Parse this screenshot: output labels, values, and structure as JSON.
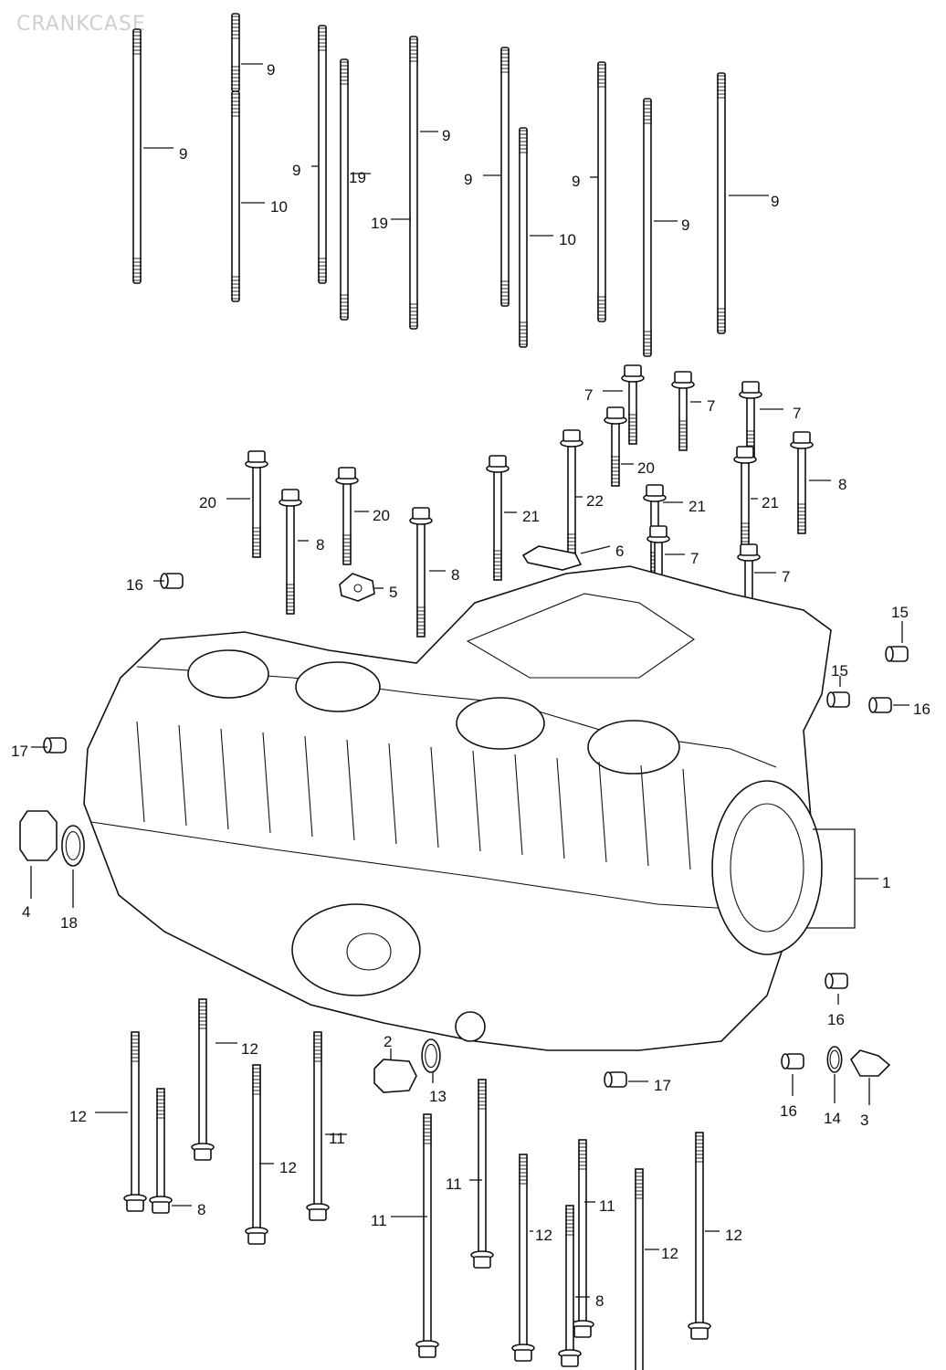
{
  "title": "CRANKCASE",
  "colors": {
    "ink": "#111111",
    "paper": "#ffffff",
    "watermark": "#cfcfcf"
  },
  "callouts": [
    {
      "id": "c9a",
      "text": "9"
    },
    {
      "id": "c9b",
      "text": "9"
    },
    {
      "id": "c10a",
      "text": "10"
    },
    {
      "id": "c9c",
      "text": "9"
    },
    {
      "id": "c19a",
      "text": "19"
    },
    {
      "id": "c9d",
      "text": "9"
    },
    {
      "id": "c19b",
      "text": "19"
    },
    {
      "id": "c9e",
      "text": "9"
    },
    {
      "id": "c10b",
      "text": "10"
    },
    {
      "id": "c9f",
      "text": "9"
    },
    {
      "id": "c9g",
      "text": "9"
    },
    {
      "id": "c9h",
      "text": "9"
    },
    {
      "id": "c7a",
      "text": "7"
    },
    {
      "id": "c7b",
      "text": "7"
    },
    {
      "id": "c7c",
      "text": "7"
    },
    {
      "id": "c20a",
      "text": "20"
    },
    {
      "id": "c8a",
      "text": "8"
    },
    {
      "id": "c20b",
      "text": "20"
    },
    {
      "id": "c20c",
      "text": "20"
    },
    {
      "id": "c21a",
      "text": "21"
    },
    {
      "id": "c22",
      "text": "22"
    },
    {
      "id": "c21b",
      "text": "21"
    },
    {
      "id": "c21c",
      "text": "21"
    },
    {
      "id": "c8b",
      "text": "8"
    },
    {
      "id": "c8c",
      "text": "8"
    },
    {
      "id": "c6",
      "text": "6"
    },
    {
      "id": "c7d",
      "text": "7"
    },
    {
      "id": "c7e",
      "text": "7"
    },
    {
      "id": "c5",
      "text": "5"
    },
    {
      "id": "c16a",
      "text": "16"
    },
    {
      "id": "c15a",
      "text": "15"
    },
    {
      "id": "c15b",
      "text": "15"
    },
    {
      "id": "c16b",
      "text": "16"
    },
    {
      "id": "c17a",
      "text": "17"
    },
    {
      "id": "c1",
      "text": "1"
    },
    {
      "id": "c4",
      "text": "4"
    },
    {
      "id": "c18",
      "text": "18"
    },
    {
      "id": "c16c",
      "text": "16"
    },
    {
      "id": "c2",
      "text": "2"
    },
    {
      "id": "c13",
      "text": "13"
    },
    {
      "id": "c17b",
      "text": "17"
    },
    {
      "id": "c16d",
      "text": "16"
    },
    {
      "id": "c14",
      "text": "14"
    },
    {
      "id": "c3",
      "text": "3"
    },
    {
      "id": "c12a",
      "text": "12"
    },
    {
      "id": "c12b",
      "text": "12"
    },
    {
      "id": "c12c",
      "text": "12"
    },
    {
      "id": "c11a",
      "text": "11"
    },
    {
      "id": "c8d",
      "text": "8"
    },
    {
      "id": "c11b",
      "text": "11"
    },
    {
      "id": "c11c",
      "text": "11"
    },
    {
      "id": "c11d",
      "text": "11"
    },
    {
      "id": "c12d",
      "text": "12"
    },
    {
      "id": "c12e",
      "text": "12"
    },
    {
      "id": "c12f",
      "text": "12"
    },
    {
      "id": "c8e",
      "text": "8"
    }
  ]
}
